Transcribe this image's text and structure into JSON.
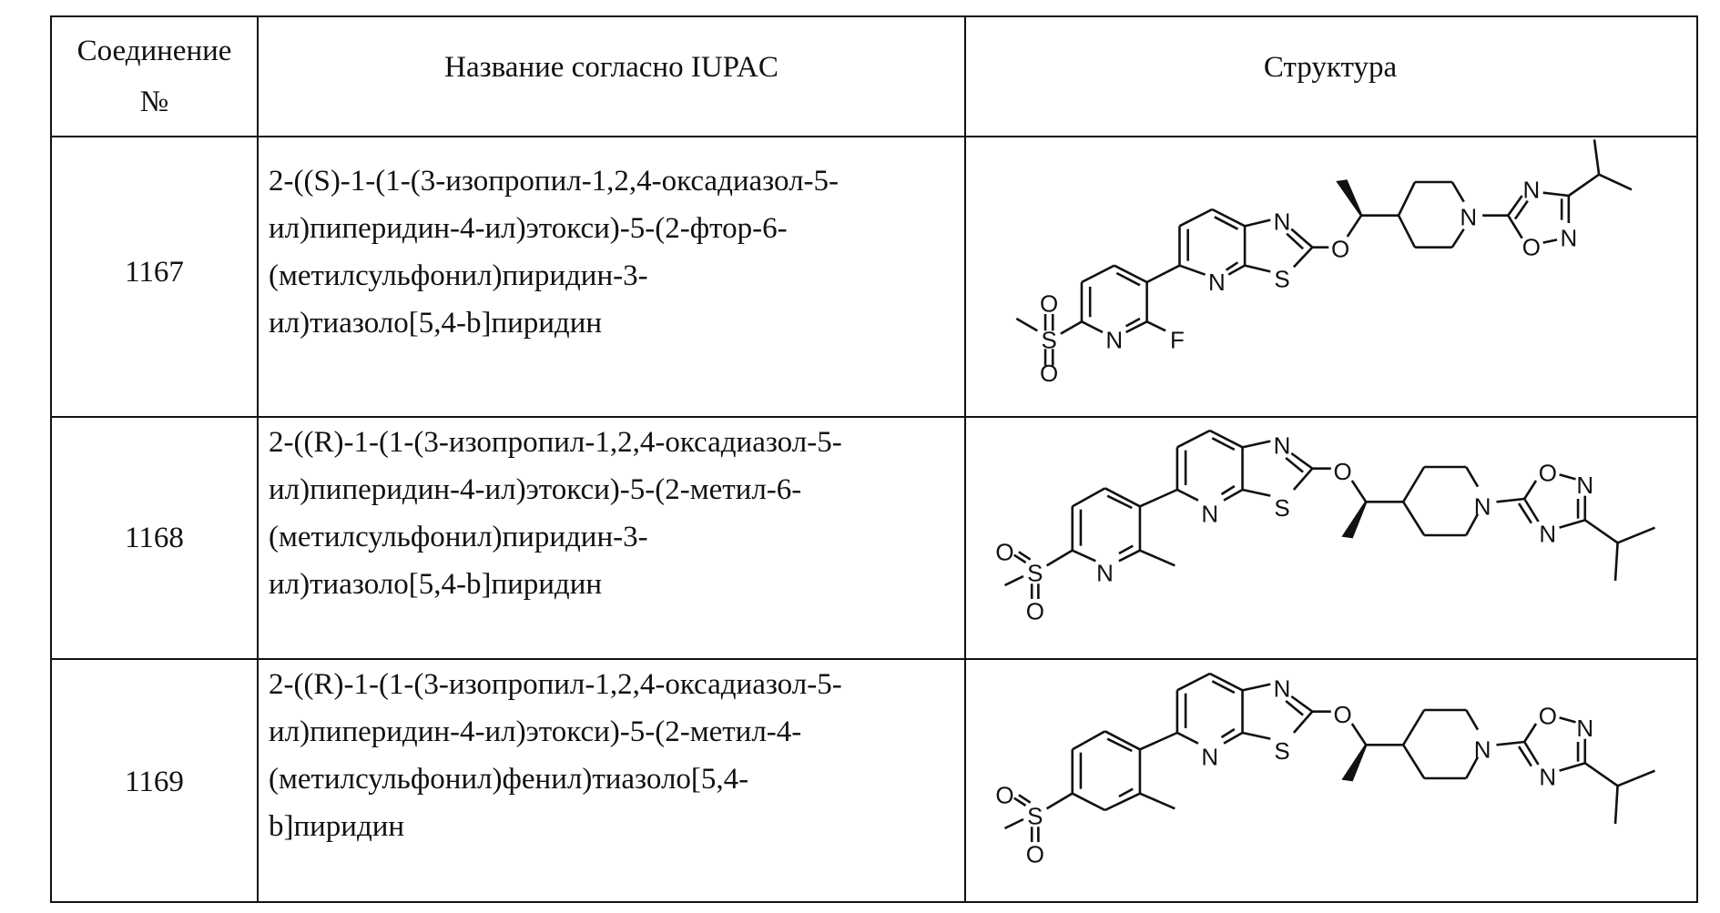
{
  "header": {
    "compound_no_line1": "Соединение",
    "compound_no_line2": "№",
    "iupac_name": "Название согласно IUPAC",
    "structure": "Структура"
  },
  "rows": [
    {
      "number": "1167",
      "name_lines": [
        "2-((S)-1-(1-(3-изопропил-1,2,4-оксадиазол-5-",
        "ил)пиперидин-4-ил)этокси)-5-(2-фтор-6-",
        "(метилсульфонил)пиридин-3-",
        "ил)тиазоло[5,4-b]пиридин"
      ],
      "structure_atoms": [
        "O",
        "S",
        "O",
        "N",
        "F",
        "N",
        "N",
        "S",
        "O",
        "N",
        "N",
        "N",
        "O"
      ]
    },
    {
      "number": "1168",
      "name_lines": [
        "2-((R)-1-(1-(3-изопропил-1,2,4-оксадиазол-5-",
        "ил)пиперидин-4-ил)этокси)-5-(2-метил-6-",
        "(метилсульфонил)пиридин-3-",
        "ил)тиазоло[5,4-b]пиридин"
      ],
      "structure_atoms": [
        "O",
        "S",
        "O",
        "N",
        "N",
        "N",
        "S",
        "O",
        "N",
        "O",
        "N",
        "N"
      ]
    },
    {
      "number": "1169",
      "name_lines": [
        "2-((R)-1-(1-(3-изопропил-1,2,4-оксадиазол-5-",
        "ил)пиперидин-4-ил)этокси)-5-(2-метил-4-",
        "(метилсульфонил)фенил)тиазоло[5,4-",
        "b]пиридин"
      ],
      "structure_atoms": [
        "O",
        "S",
        "O",
        "N",
        "N",
        "S",
        "O",
        "N",
        "O",
        "N",
        "N"
      ]
    }
  ]
}
